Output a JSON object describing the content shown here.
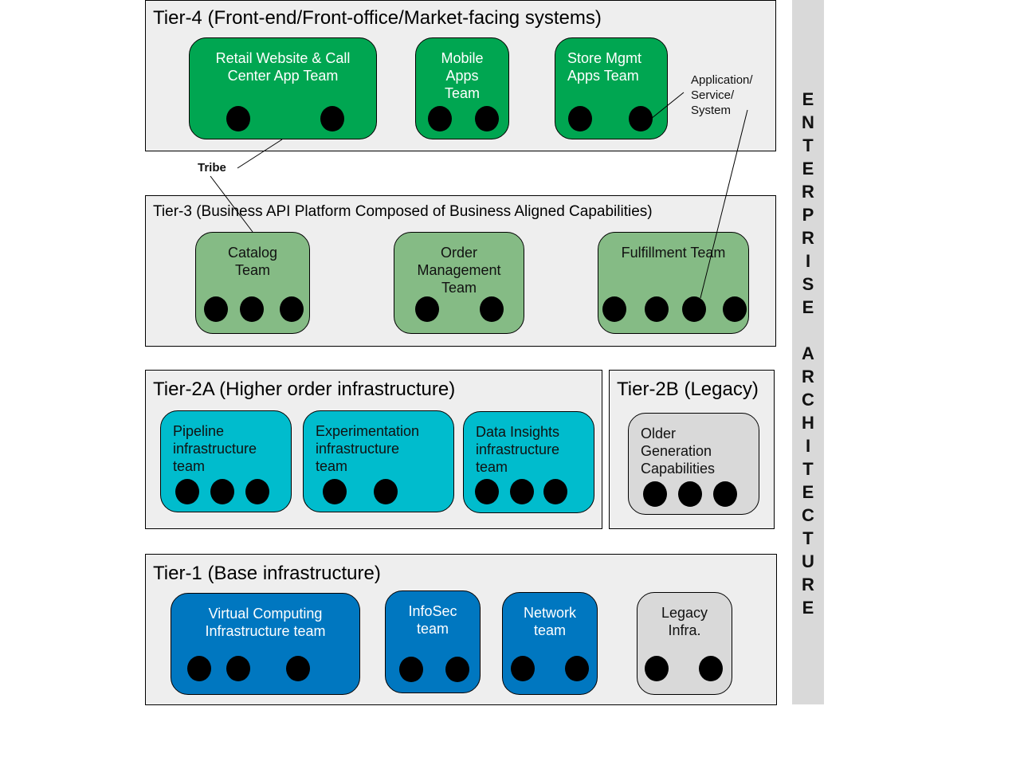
{
  "colors": {
    "tier4_team": "#00a651",
    "tier3_team": "#85bb85",
    "tier2a_team": "#00bccd",
    "tier1_team": "#0077c0",
    "legacy_team": "#d9d9d9",
    "tier_background": "#eeeeee",
    "side_bar": "#d9d9d9"
  },
  "side_label": "ENTERPRISE ARCHITECTURE",
  "annotations": {
    "tribe": "Tribe",
    "application": "Application/\nService/\nSystem"
  },
  "tiers": {
    "tier4": {
      "title": "Tier-4 (Front-end/Front-office/Market-facing systems)",
      "teams": [
        {
          "label": "Retail Website & Call\nCenter App Team",
          "app_count": 2
        },
        {
          "label": "Mobile\nApps\nTeam",
          "app_count": 2
        },
        {
          "label": "Store Mgmt\nApps Team",
          "app_count": 2
        }
      ]
    },
    "tier3": {
      "title": "Tier-3 (Business API Platform Composed of Business Aligned Capabilities)",
      "teams": [
        {
          "label": "Catalog\nTeam",
          "app_count": 3
        },
        {
          "label": "Order\nManagement\nTeam",
          "app_count": 2
        },
        {
          "label": "Fulfillment Team",
          "app_count": 4
        }
      ]
    },
    "tier2a": {
      "title": "Tier-2A (Higher order infrastructure)",
      "teams": [
        {
          "label": "Pipeline\ninfrastructure\nteam",
          "app_count": 3
        },
        {
          "label": "Experimentation\ninfrastructure\nteam",
          "app_count": 2
        },
        {
          "label": "Data Insights\ninfrastructure\nteam",
          "app_count": 3
        }
      ]
    },
    "tier2b": {
      "title": "Tier-2B (Legacy)",
      "teams": [
        {
          "label": "Older\nGeneration\nCapabilities",
          "app_count": 3
        }
      ]
    },
    "tier1": {
      "title": "Tier-1 (Base infrastructure)",
      "teams": [
        {
          "label": "Virtual Computing\nInfrastructure team",
          "app_count": 3
        },
        {
          "label": "InfoSec\nteam",
          "app_count": 2
        },
        {
          "label": "Network\nteam",
          "app_count": 2
        },
        {
          "label": "Legacy\nInfra.",
          "app_count": 2
        }
      ]
    }
  }
}
